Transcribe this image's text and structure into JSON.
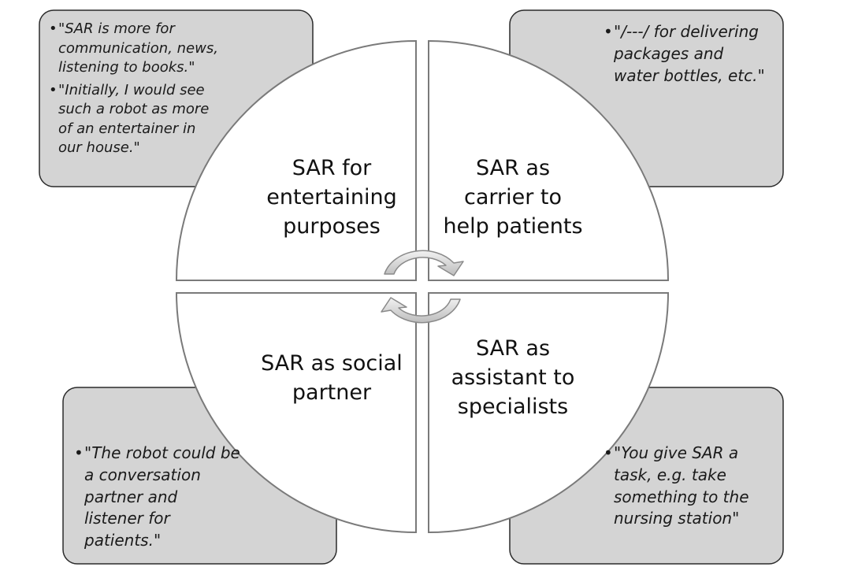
{
  "sectors": {
    "top_left": {
      "lines": [
        "SAR for",
        "entertaining",
        "purposes"
      ]
    },
    "top_right": {
      "lines": [
        "SAR as",
        "carrier to",
        "help patients"
      ]
    },
    "bottom_left": {
      "lines": [
        "SAR as social",
        "partner"
      ]
    },
    "bottom_right": {
      "lines": [
        "SAR as",
        "assistant to",
        "specialists"
      ]
    }
  },
  "quotes": {
    "top_left": {
      "bullets": [
        [
          "\"SAR is more for",
          "communication, news,",
          "listening to books.\""
        ],
        [
          "\"Initially, I would see",
          "such a robot as more",
          "of an entertainer in",
          "our house.\""
        ]
      ]
    },
    "top_right": {
      "bullets": [
        [
          "\"/---/ for delivering",
          "packages and",
          "water bottles, etc.\""
        ]
      ]
    },
    "bottom_left": {
      "bullets": [
        [
          "\"The robot could be",
          "a conversation",
          "partner and",
          "listener for",
          "patients.\""
        ]
      ]
    },
    "bottom_right": {
      "bullets": [
        [
          "\"You give SAR a",
          "task, e.g. take",
          "something to the",
          "nursing station\""
        ]
      ]
    }
  },
  "colors": {
    "box_fill": "#d4d4d4",
    "box_stroke": "#2b2b2b",
    "sector_fill": "#ffffff",
    "sector_stroke": "#7a7a7a",
    "arrow_fill": "#e2e2e2",
    "arrow_stroke": "#8a8a8a"
  }
}
